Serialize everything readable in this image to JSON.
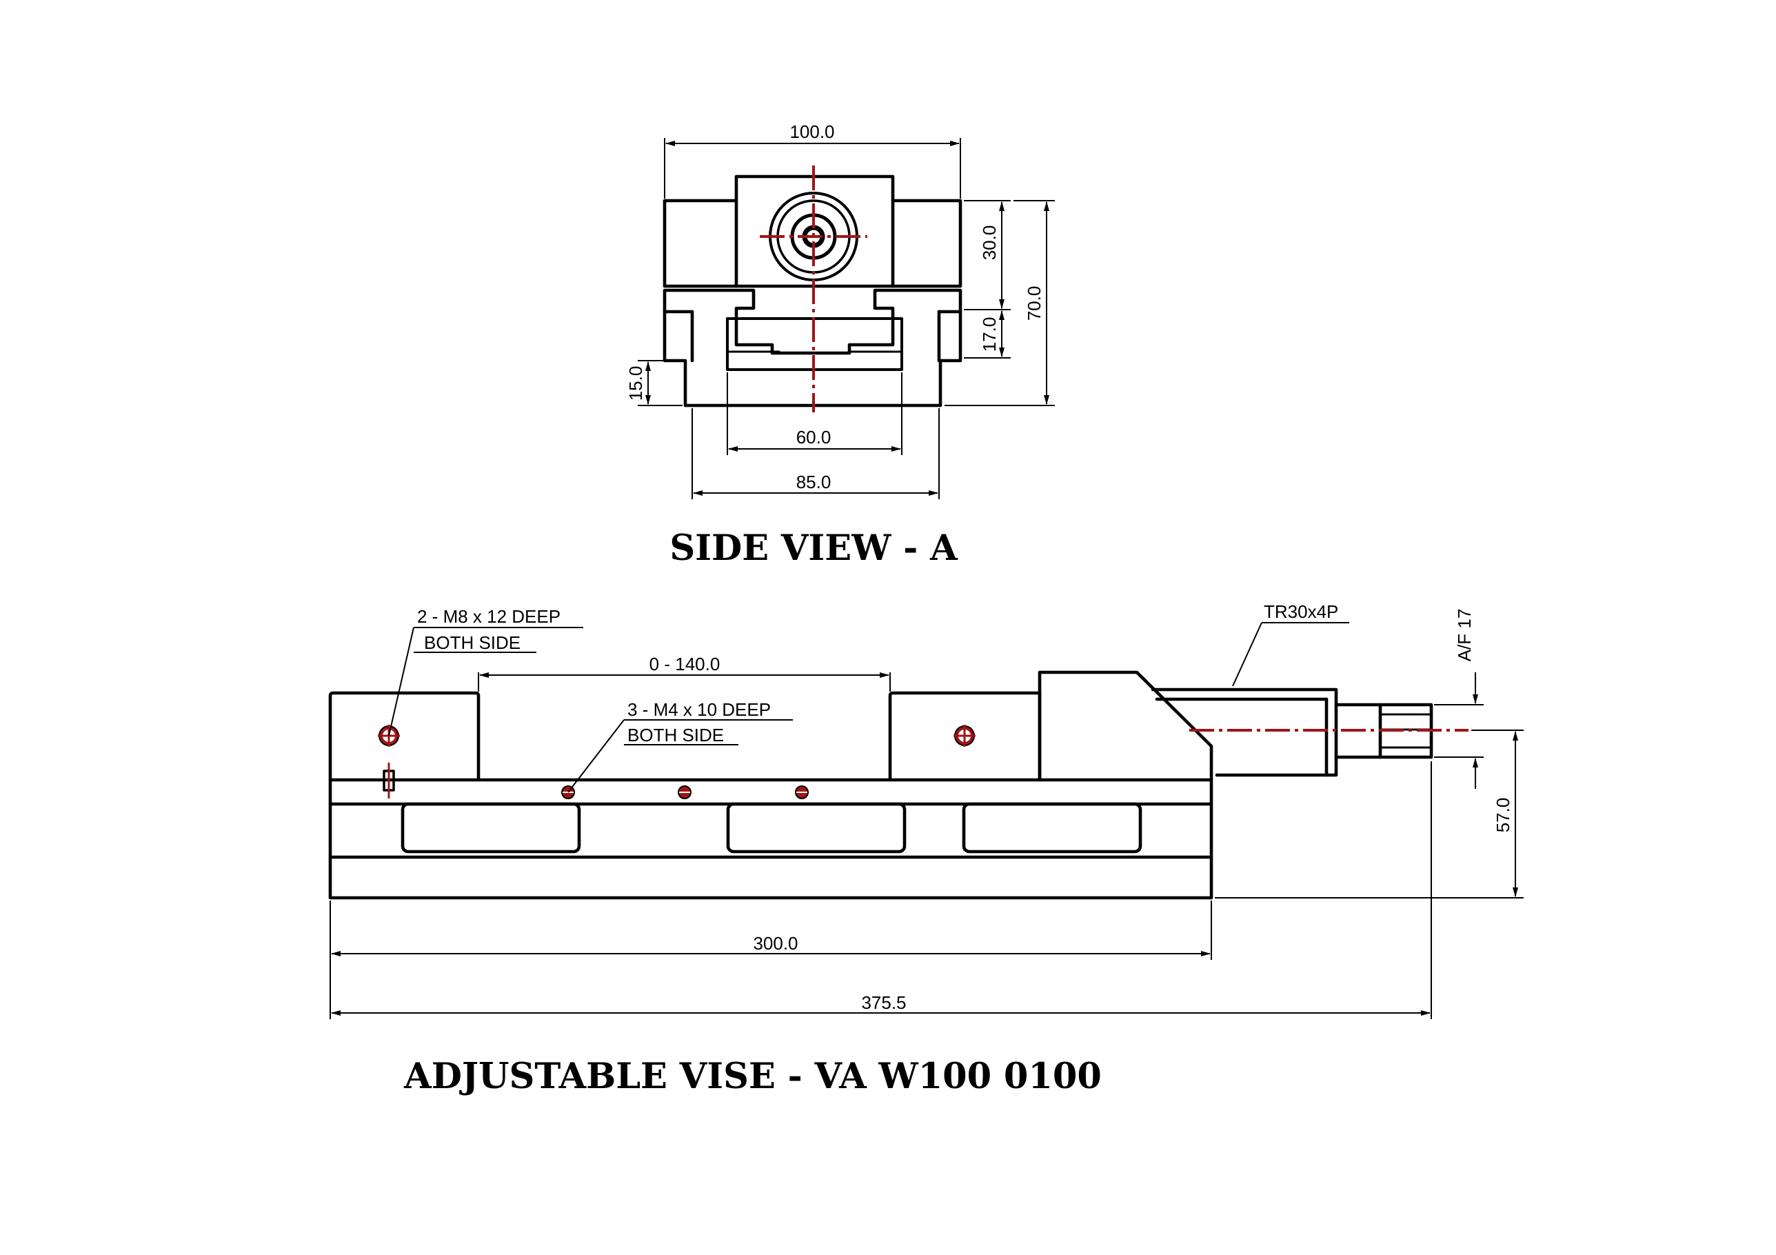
{
  "side_view": {
    "title": "SIDE VIEW - A",
    "dimensions": {
      "width_top": "100.0",
      "screw_center_height": "30.0",
      "overall_height": "70.0",
      "slot_height": "17.0",
      "base_height": "15.0",
      "slot_width": "60.0",
      "base_width": "85.0"
    }
  },
  "front_view": {
    "title": "ADJUSTABLE VISE - VA W100 0100",
    "notes": {
      "m8_line1": "2 - M8 x 12 DEEP",
      "m8_line2": "BOTH SIDE",
      "m4_line1": "3 - M4 x 10 DEEP",
      "m4_line2": "BOTH SIDE",
      "thread": "TR30x4P",
      "across_flats": "A/F 17"
    },
    "dimensions": {
      "jaw_opening": "0 - 140.0",
      "spindle_height": "57.0",
      "body_length": "300.0",
      "overall_length": "375.5"
    }
  },
  "colors": {
    "linework": "#000000",
    "centerline": "#a01518"
  }
}
